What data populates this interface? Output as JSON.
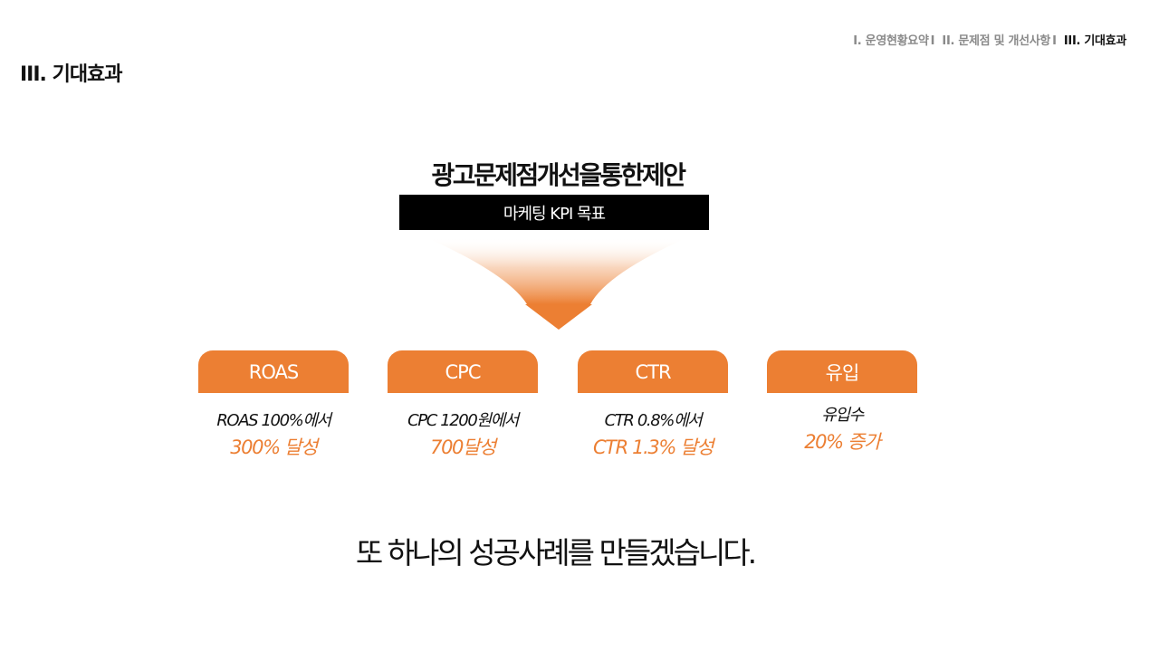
{
  "nav": {
    "items": [
      {
        "label": "I. 운영현황요약"
      },
      {
        "label": "II. 문제점 및 개선사항"
      },
      {
        "label": "III. 기대효과"
      }
    ],
    "separator": "I"
  },
  "section_title": "III. 기대효과",
  "headline": "광고문제점개선을통한제안",
  "kpi_bar": "마케팅 KPI 목표",
  "cards": [
    {
      "tab": "ROAS",
      "line1": "ROAS 100%에서",
      "line2": "300% 달성"
    },
    {
      "tab": "CPC",
      "line1": "CPC 1200원에서",
      "line2": "700달성"
    },
    {
      "tab": "CTR",
      "line1": "CTR 0.8%에서",
      "line2": "CTR 1.3% 달성"
    },
    {
      "tab": "유입",
      "line1": "유입수",
      "line2": "20% 증가"
    }
  ],
  "closing": "또 하나의 성공사례를 만들겠습니다.",
  "colors": {
    "accent": "#ec7f33",
    "bar": "#000000"
  }
}
